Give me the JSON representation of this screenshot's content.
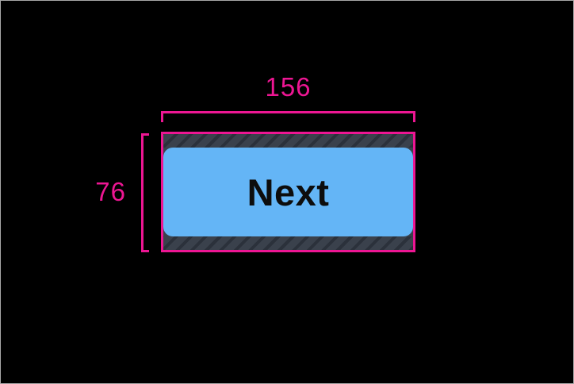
{
  "canvas": {
    "description": "layout inspection overlay on black app background"
  },
  "measurements": {
    "width_label": "156",
    "height_label": "76"
  },
  "button": {
    "label": "Next"
  },
  "colors": {
    "measure": "#ed1693",
    "button_fill": "#64b5f6",
    "button_text": "#0d0d0d",
    "hatch_bg": "#3a414c",
    "hatch_stripe": "#2b313b",
    "canvas_bg": "#000000",
    "frame_border": "#a8a8a8"
  }
}
